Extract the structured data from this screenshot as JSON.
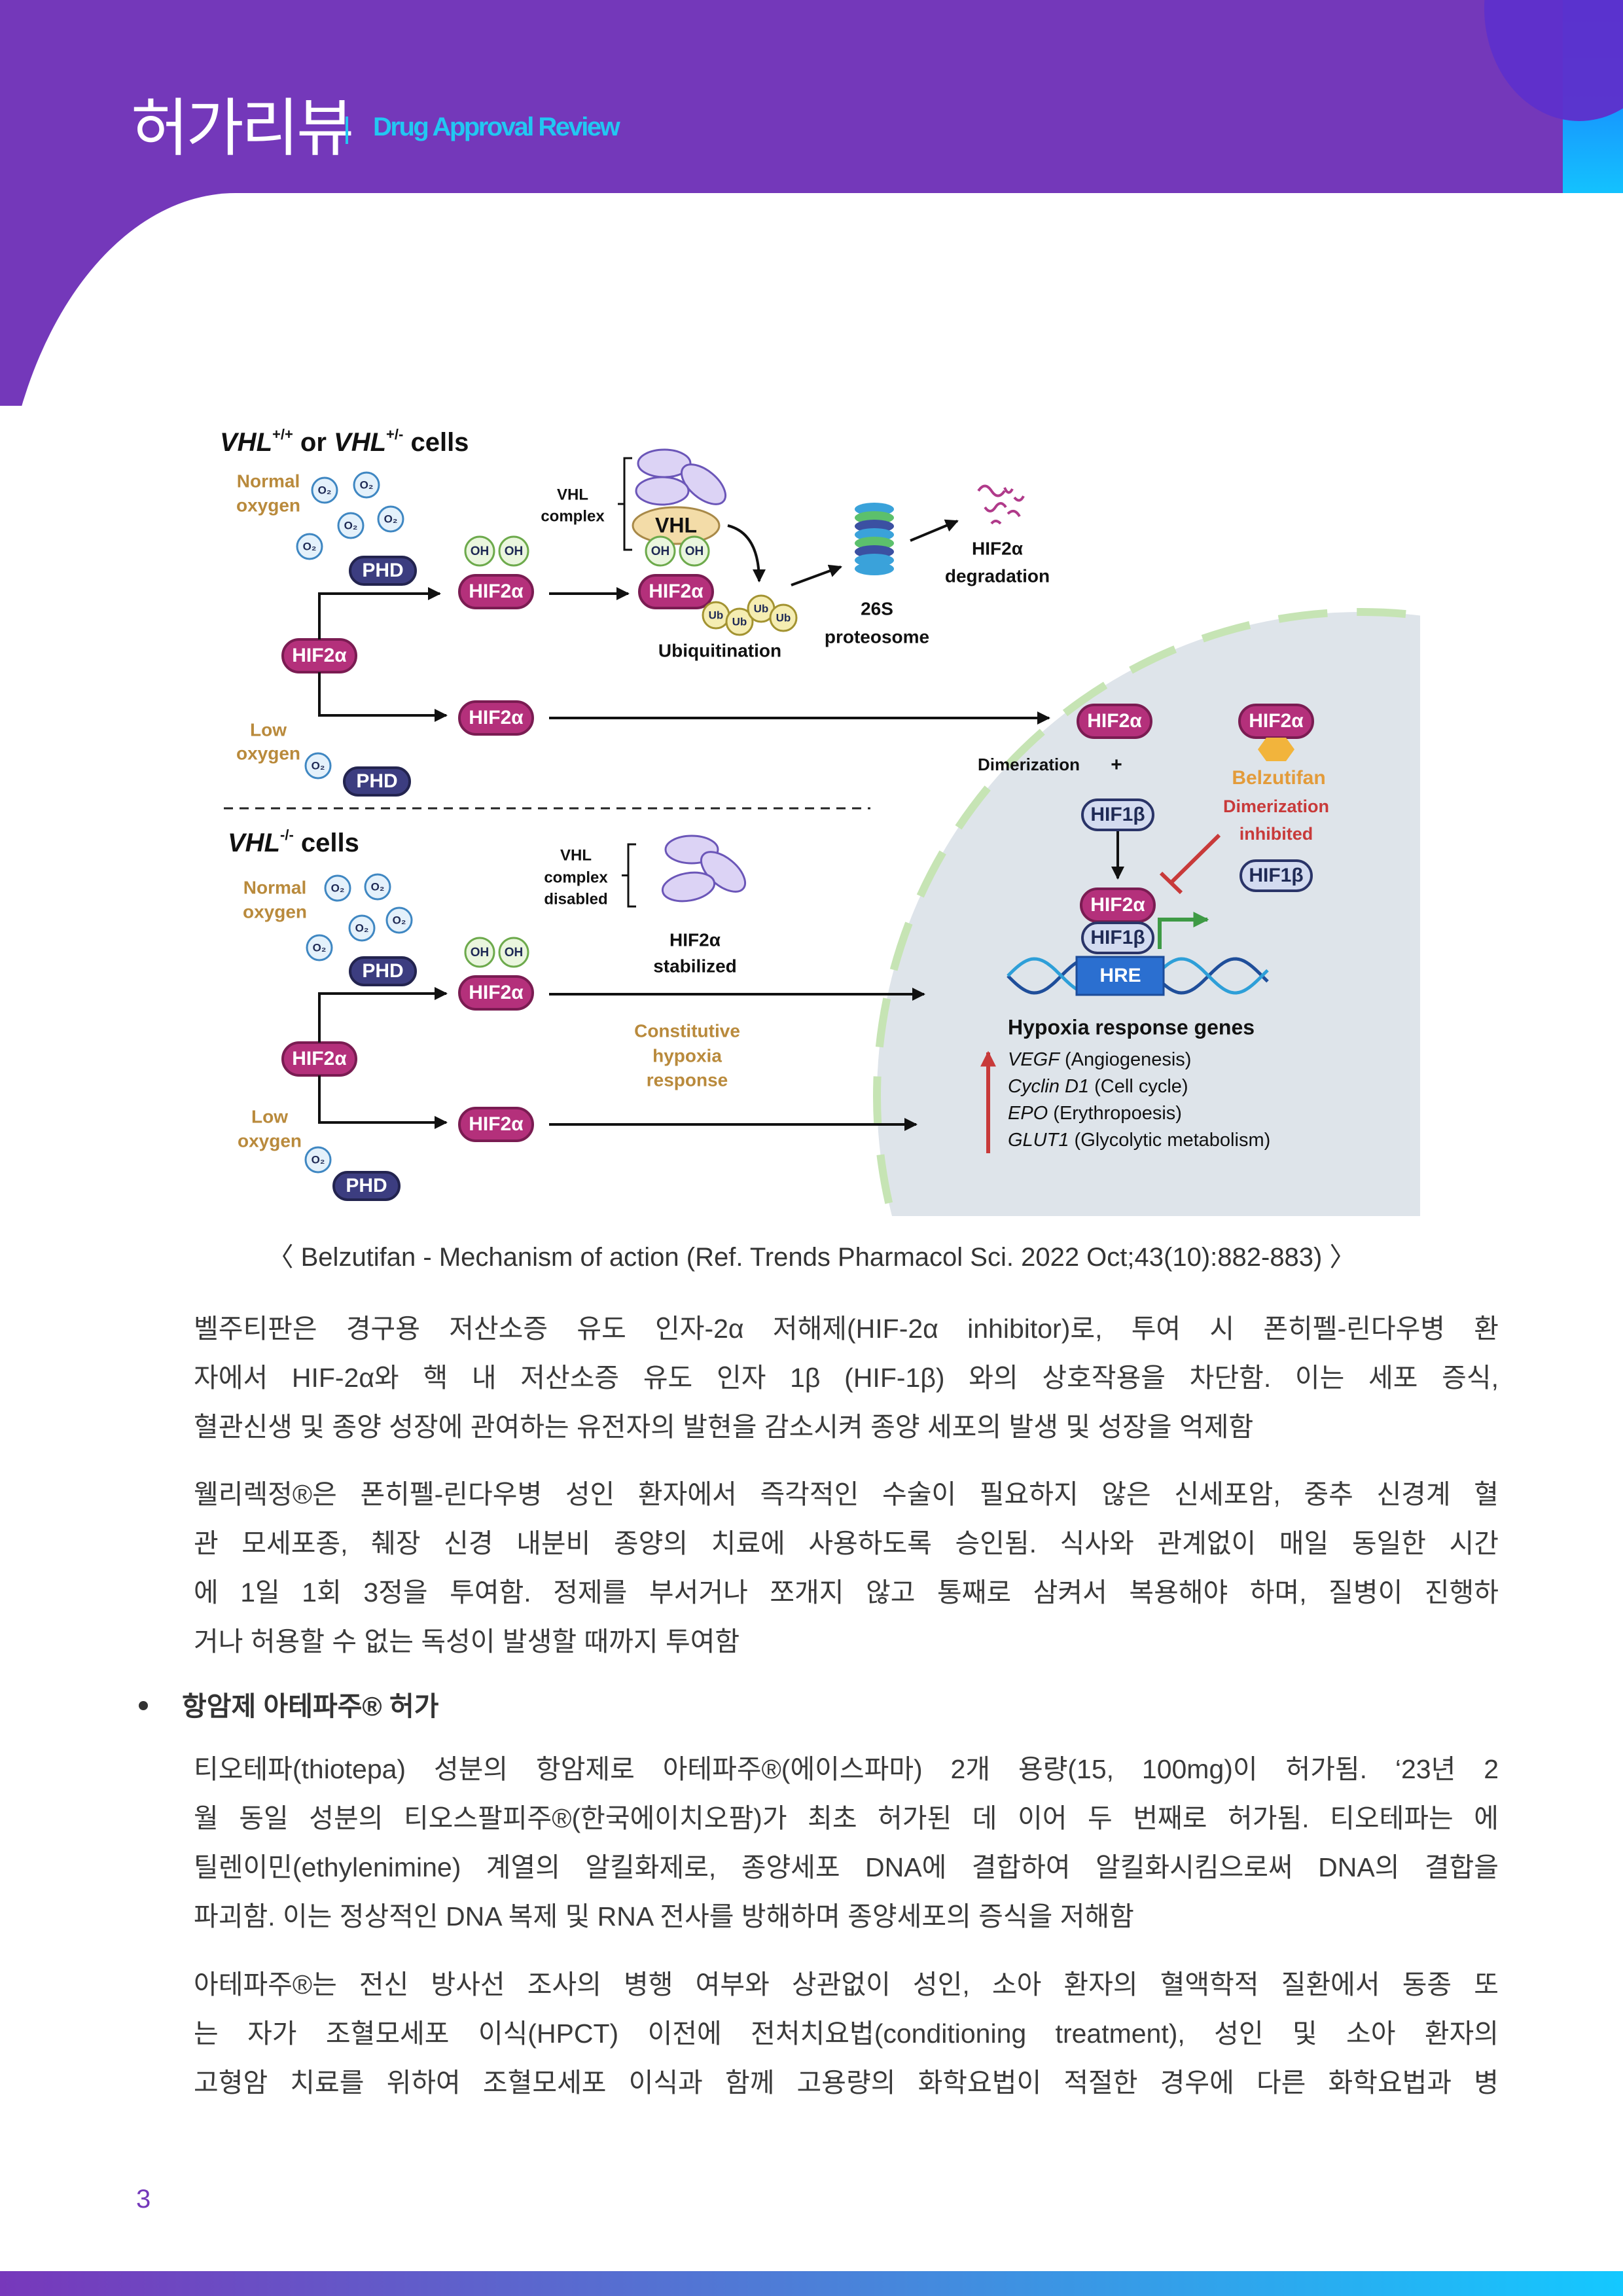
{
  "header": {
    "title_ko": "허가리뷰",
    "title_en": "Drug Approval Review",
    "colors": {
      "purple": "#7438BA",
      "cyan": "#22C7F2"
    }
  },
  "diagram": {
    "top_title": {
      "gene": "VHL",
      "sup1": "+/+",
      "or": " or ",
      "sup2": "+/-",
      "cells": " cells"
    },
    "bottom_title": {
      "gene": "VHL",
      "sup": "-/-",
      "cells": " cells"
    },
    "normal_oxygen": [
      "Normal",
      "oxygen"
    ],
    "low_oxygen": [
      "Low",
      "oxygen"
    ],
    "o2": "O₂",
    "phd": "PHD",
    "hif2a": "HIF2α",
    "hif1b": "HIF1β",
    "oh": "OH",
    "ub": "Ub",
    "vhl": "VHL",
    "vhl_complex": [
      "VHL",
      "complex"
    ],
    "vhl_disabled": [
      "VHL",
      "complex",
      "disabled"
    ],
    "ubiquitination": "Ubiquitination",
    "proteosome": [
      "26S",
      "proteosome"
    ],
    "degradation": [
      "HIF2α",
      "degradation"
    ],
    "dimerization": "Dimerization",
    "plus": "+",
    "belzutifan": "Belzutifan",
    "dimerization_inhibited": [
      "Dimerization",
      "inhibited"
    ],
    "stabilized": [
      "HIF2α",
      "stabilized"
    ],
    "constitutive": [
      "Constitutive",
      "hypoxia",
      "response"
    ],
    "hre": "HRE",
    "genes_title": "Hypoxia response genes",
    "genes": [
      {
        "gene": "VEGF",
        "desc": " (Angiogenesis)"
      },
      {
        "gene": "Cyclin D1",
        "desc": " (Cell cycle)"
      },
      {
        "gene": "EPO",
        "desc": " (Erythropoesis)"
      },
      {
        "gene": "GLUT1",
        "desc": " (Glycolytic metabolism)"
      }
    ]
  },
  "caption": "〈 Belzutifan - Mechanism of action (Ref. Trends Pharmacol Sci. 2022 Oct;43(10):882-883) 〉",
  "paragraphs": [
    [
      "벨주티판은 경구용 저산소증 유도 인자-2α 저해제(HIF-2α inhibitor)로, 투여 시 폰히펠-린다우병 환",
      "자에서 HIF-2α와 핵 내 저산소증 유도 인자 1β (HIF-1β) 와의 상호작용을 차단함. 이는 세포 증식,",
      "혈관신생 및 종양 성장에 관여하는 유전자의 발현을 감소시켜 종양 세포의 발생 및 성장을 억제함"
    ],
    [
      "웰리렉정®은 폰히펠-린다우병 성인 환자에서 즉각적인 수술이 필요하지 않은 신세포암, 중추 신경계 혈",
      "관 모세포종, 췌장 신경 내분비 종양의 치료에 사용하도록 승인됨. 식사와 관계없이 매일 동일한 시간",
      "에 1일 1회 3정을 투여함. 정제를 부서거나 쪼개지 않고 통째로 삼켜서 복용해야 하며, 질병이 진행하",
      "거나 허용할 수 없는 독성이 발생할 때까지 투여함"
    ],
    [
      "티오테파(thiotepa) 성분의 항암제로 아테파주®(에이스파마) 2개 용량(15, 100mg)이 허가됨. ‘23년 2",
      "월 동일 성분의 티오스팔피주®(한국에이치오팜)가 최초 허가된 데 이어 두 번째로 허가됨. 티오테파는 에",
      "틸렌이민(ethylenimine) 계열의 알킬화제로, 종양세포 DNA에 결합하여 알킬화시킴으로써 DNA의 결합을",
      "파괴함. 이는 정상적인 DNA 복제 및 RNA 전사를 방해하며 종양세포의 증식을 저해함"
    ],
    [
      "아테파주®는 전신 방사선 조사의 병행 여부와 상관없이 성인, 소아 환자의 혈액학적 질환에서 동종 또",
      "는 자가 조혈모세포 이식(HPCT) 이전에 전처치요법(conditioning treatment), 성인 및 소아 환자의",
      "고형암 치료를 위하여 조혈모세포 이식과 함께 고용량의 화학요법이 적절한 경우에 다른 화학요법과 병"
    ]
  ],
  "bullet": "항암제 아테파주® 허가",
  "page_number": "3"
}
